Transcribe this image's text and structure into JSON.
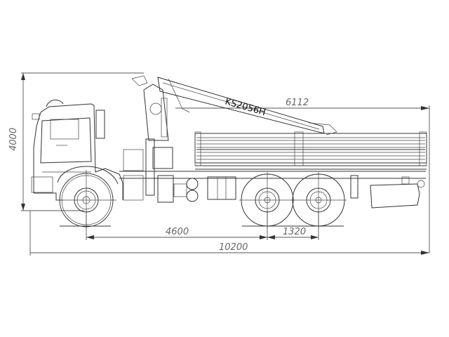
{
  "drawing": {
    "subject": "Truck with loader crane, side view",
    "crane_model": "KS2056H",
    "dimensions": {
      "overall_height": "4000",
      "crane_reach": "6112",
      "wheelbase_front_to_bogie": "4600",
      "bogie_spacing": "1320",
      "overall_length": "10200"
    },
    "colors": {
      "line": "#333333",
      "dimension_text": "#666666",
      "background": "#ffffff"
    }
  }
}
